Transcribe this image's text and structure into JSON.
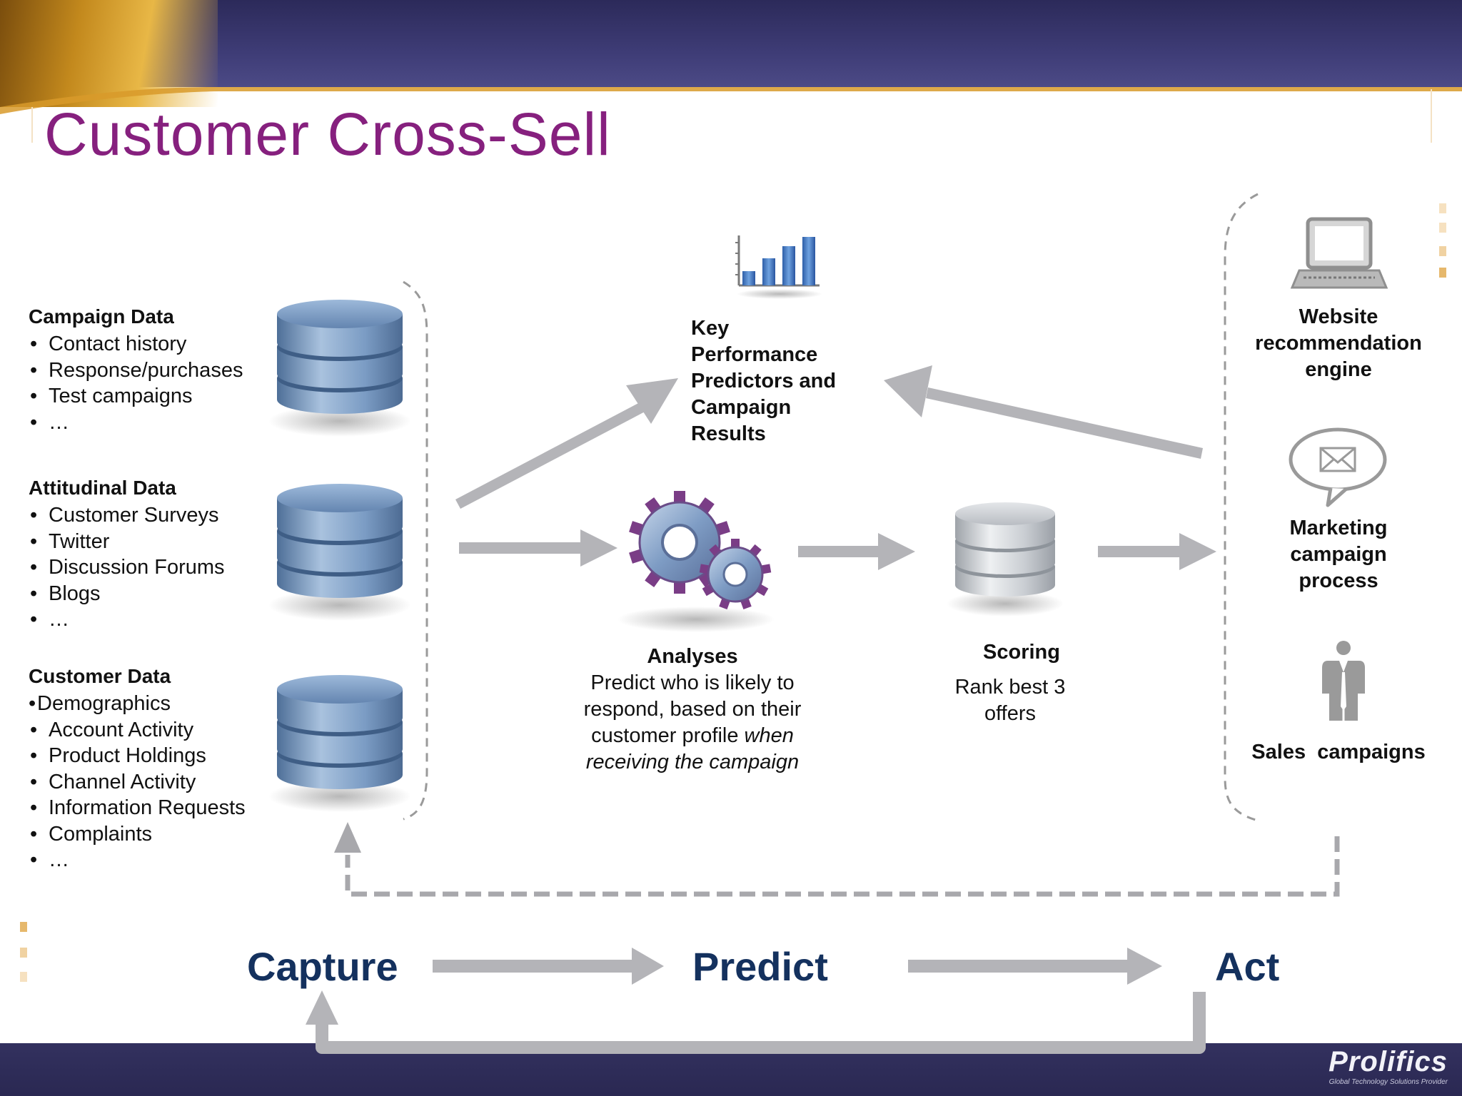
{
  "title": "Customer Cross-Sell",
  "sources": [
    {
      "heading": "Campaign Data",
      "items": [
        "Contact history",
        "Response/purchases",
        "Test campaigns",
        "…"
      ]
    },
    {
      "heading": "Attitudinal Data",
      "items": [
        "Customer Surveys",
        "Twitter",
        "Discussion Forums",
        "Blogs",
        "…"
      ]
    },
    {
      "heading": "Customer Data",
      "items": [
        "Demographics",
        "Account Activity",
        "Product Holdings",
        "Channel Activity",
        "Information Requests",
        "Complaints",
        "…"
      ]
    }
  ],
  "kpi": {
    "label": "Key\nPerformance\nPredictors and\nCampaign\nResults",
    "icon": "bar-chart-icon"
  },
  "analyses": {
    "heading": "Analyses",
    "text_1": "Predict who is likely to",
    "text_2": "respond, based on their",
    "text_3_plain": "customer profile ",
    "text_3_italic": "when",
    "text_4_italic": "receiving the campaign",
    "icon": "gears-icon"
  },
  "scoring": {
    "heading": "Scoring",
    "line_1": "Rank best 3",
    "line_2": "offers",
    "icon": "database-icon"
  },
  "channels": [
    {
      "label": "Website\nrecommendation\nengine",
      "icon": "laptop-icon"
    },
    {
      "label": "Marketing\ncampaign\nprocess",
      "icon": "mail-bubble-icon"
    },
    {
      "label": "Sales  campaigns",
      "icon": "person-icon"
    }
  ],
  "stages": [
    "Capture",
    "Predict",
    "Act"
  ],
  "logo": {
    "name": "Prolifics",
    "tagline": "Global Technology Solutions Provider"
  },
  "colors": {
    "title": "#86207e",
    "stage": "#14315e",
    "arrow": "#b4b4b8",
    "header": "#2c2a5a",
    "db_blue": "#6f93bd",
    "db_grey": "#c8ccd1"
  }
}
